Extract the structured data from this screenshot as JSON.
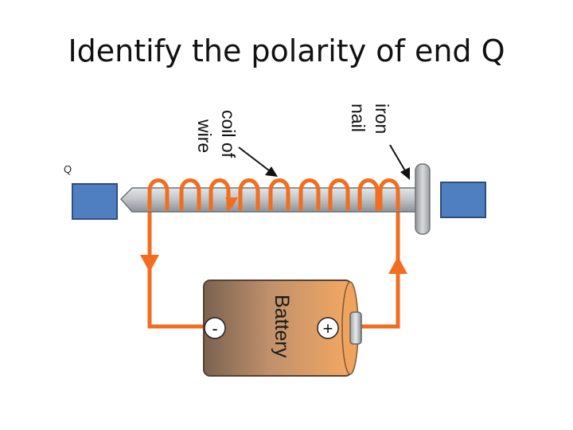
{
  "title": "Identify the polarity of end Q",
  "end_label": "Q",
  "labels": {
    "coil": [
      "coil of",
      "wire"
    ],
    "nail": [
      "iron",
      "nail"
    ],
    "battery": "Battery",
    "minus": "-",
    "plus": "+"
  },
  "colors": {
    "wire": "#f26d1f",
    "block": "#4f7fc1",
    "nail": "#b9bcc0"
  }
}
